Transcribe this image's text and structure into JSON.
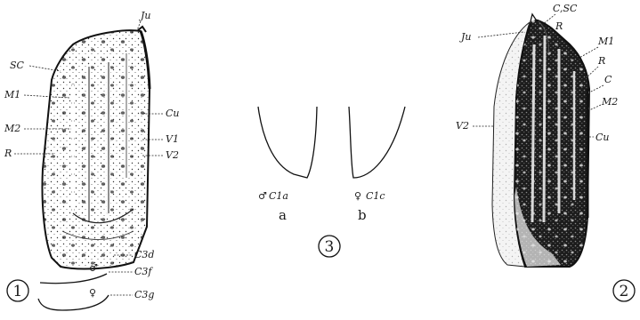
{
  "plate": {
    "figure1": {
      "number": "1",
      "labels": {
        "ju": "Ju",
        "sc": "SC",
        "m1": "M1",
        "m2": "M2",
        "r": "R",
        "cu": "Cu",
        "v1": "V1",
        "v2": "V2",
        "c3d": "C3d",
        "c3f": "C3f",
        "c3g": "C3g"
      }
    },
    "figure2": {
      "number": "2",
      "labels": {
        "csc": "C,SC",
        "r_top": "R",
        "ju": "Ju",
        "m1": "M1",
        "r_mid": "R",
        "c": "C",
        "m2": "M2",
        "v2": "V2",
        "cu": "Cu"
      }
    },
    "figure3": {
      "number": "3",
      "panel_a": {
        "label": "C1a",
        "letter": "a"
      },
      "panel_b": {
        "label": "C1c",
        "letter": "b"
      }
    }
  }
}
